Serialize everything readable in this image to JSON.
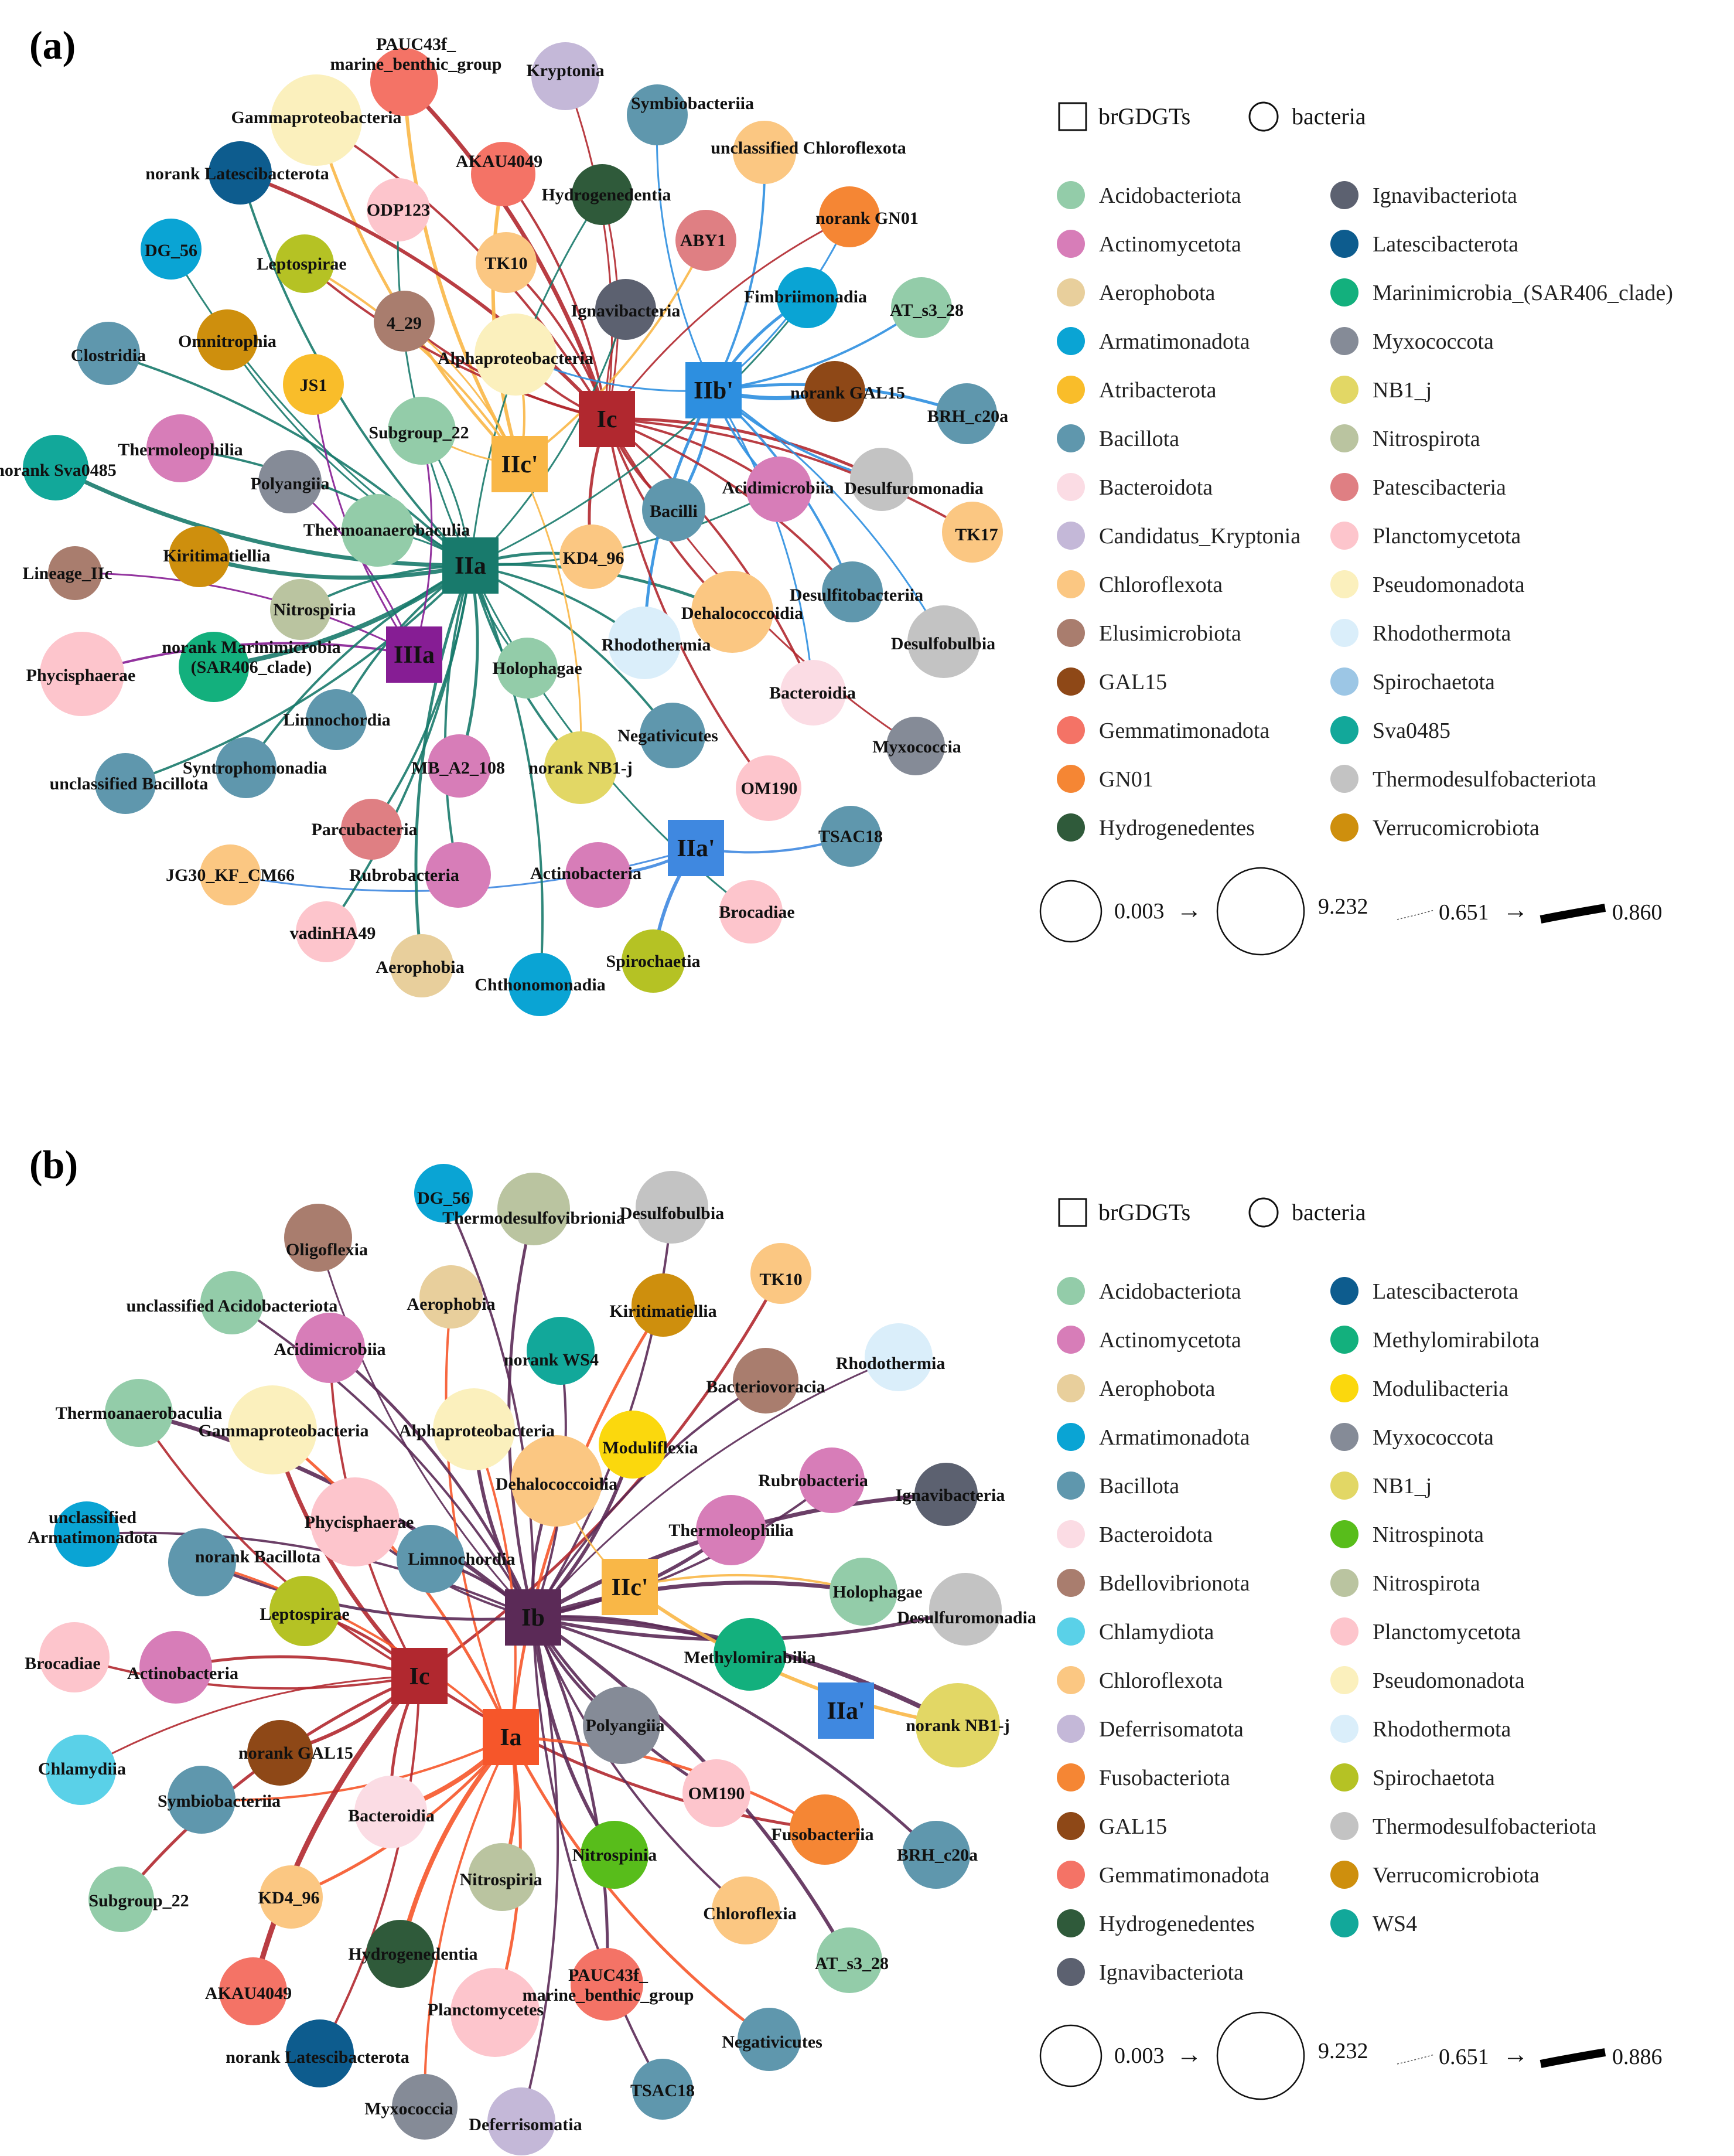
{
  "panels": [
    {
      "tag": "(a)",
      "legend": {
        "shape_square": "brGDGTs",
        "shape_circle": "bacteria",
        "phyla": [
          {
            "name": "Acidobacteriota",
            "color": "#93cca9"
          },
          {
            "name": "Actinomycetota",
            "color": "#d77db8"
          },
          {
            "name": "Aerophobota",
            "color": "#e8cf9c"
          },
          {
            "name": "Armatimonadota",
            "color": "#0aa4d4"
          },
          {
            "name": "Atribacterota",
            "color": "#f9bd2a"
          },
          {
            "name": "Bacillota",
            "color": "#5f97ad"
          },
          {
            "name": "Bacteroidota",
            "color": "#fbdce4"
          },
          {
            "name": "Candidatus_Kryptonia",
            "color": "#c4b8d8"
          },
          {
            "name": "Chloroflexota",
            "color": "#fbc782"
          },
          {
            "name": "Elusimicrobiota",
            "color": "#a97d6e"
          },
          {
            "name": "GAL15",
            "color": "#8e4817"
          },
          {
            "name": "Gemmatimonadota",
            "color": "#f47366"
          },
          {
            "name": "GN01",
            "color": "#f58634"
          },
          {
            "name": "Hydrogenedentes",
            "color": "#2f5a3a"
          },
          {
            "name": "Ignavibacteriota",
            "color": "#5c6170"
          },
          {
            "name": "Latescibacterota",
            "color": "#0d5c8e"
          },
          {
            "name": "Marinimicrobia_(SAR406_clade)",
            "color": "#13b07d"
          },
          {
            "name": "Myxococcota",
            "color": "#858b97"
          },
          {
            "name": "NB1_j",
            "color": "#e2d765"
          },
          {
            "name": "Nitrospirota",
            "color": "#bac4a0"
          },
          {
            "name": "Patescibacteria",
            "color": "#df7f83"
          },
          {
            "name": "Planctomycetota",
            "color": "#fdc5cc"
          },
          {
            "name": "Pseudomonadota",
            "color": "#fbf0bd"
          },
          {
            "name": "Rhodothermota",
            "color": "#daeefa"
          },
          {
            "name": "Spirochaetota",
            "color": "#9cc6e5"
          },
          {
            "name": "Sva0485",
            "color": "#12a89a"
          },
          {
            "name": "Thermodesulfobacteriota",
            "color": "#c3c3c3"
          },
          {
            "name": "Verrucomicrobiota",
            "color": "#ce8f0d"
          }
        ],
        "size_min": "0.003",
        "size_max": "9.232",
        "width_min": "0.651",
        "width_max": "0.860",
        "arrow": "→"
      },
      "hubs": [
        {
          "label": "IIa",
          "color": "#187a6c"
        },
        {
          "label": "Ic",
          "color": "#b1282f"
        },
        {
          "label": "IIb'",
          "color": "#2d8fe0"
        },
        {
          "label": "IIc'",
          "color": "#f9b747"
        },
        {
          "label": "IIIa",
          "color": "#861d94"
        },
        {
          "label": "IIa'",
          "color": "#3f88e0"
        }
      ],
      "nodes": [
        {
          "label": "PAUC43f_\nmarine_benthic_group",
          "color": "#f47366"
        },
        {
          "label": "Kryptonia",
          "color": "#c4b8d8"
        },
        {
          "label": "Gammaproteobacteria",
          "color": "#fbf0bd"
        },
        {
          "label": "Symbiobacteriia",
          "color": "#5f97ad"
        },
        {
          "label": "unclassified Chloroflexota",
          "color": "#fbc782"
        },
        {
          "label": "norank Latescibacterota",
          "color": "#0d5c8e"
        },
        {
          "label": "AKAU4049",
          "color": "#f47366"
        },
        {
          "label": "Hydrogenedentia",
          "color": "#2f5a3a"
        },
        {
          "label": "ODP123",
          "color": "#fdc5cc"
        },
        {
          "label": "norank GN01",
          "color": "#f58634"
        },
        {
          "label": "ABY1",
          "color": "#df7f83"
        },
        {
          "label": "DG_56",
          "color": "#0aa4d4"
        },
        {
          "label": "Leptospirae",
          "color": "#b5c224"
        },
        {
          "label": "TK10",
          "color": "#fbc782"
        },
        {
          "label": "Fimbriimonadia",
          "color": "#0aa4d4"
        },
        {
          "label": "AT_s3_28",
          "color": "#93cca9"
        },
        {
          "label": "Ignavibacteria",
          "color": "#5c6170"
        },
        {
          "label": "4_29",
          "color": "#a97d6e"
        },
        {
          "label": "Omnitrophia",
          "color": "#ce8f0d"
        },
        {
          "label": "Clostridia",
          "color": "#5f97ad"
        },
        {
          "label": "Alphaproteobacteria",
          "color": "#fbf0bd"
        },
        {
          "label": "JS1",
          "color": "#f9bd2a"
        },
        {
          "label": "norank GAL15",
          "color": "#8e4817"
        },
        {
          "label": "BRH_c20a",
          "color": "#5f97ad"
        },
        {
          "label": "Subgroup_22",
          "color": "#93cca9"
        },
        {
          "label": "Thermoleophilia",
          "color": "#d77db8"
        },
        {
          "label": "norank Sva0485",
          "color": "#12a89a"
        },
        {
          "label": "Polyangiia",
          "color": "#858b97"
        },
        {
          "label": "Acidimicrobiia",
          "color": "#d77db8"
        },
        {
          "label": "Desulfuromonadia",
          "color": "#c3c3c3"
        },
        {
          "label": "Bacilli",
          "color": "#5f97ad"
        },
        {
          "label": "TK17",
          "color": "#fbc782"
        },
        {
          "label": "Thermoanaerobaculia",
          "color": "#93cca9"
        },
        {
          "label": "Kiritimatiellia",
          "color": "#ce8f0d"
        },
        {
          "label": "Lineage_IIc",
          "color": "#a97d6e"
        },
        {
          "label": "KD4_96",
          "color": "#fbc782"
        },
        {
          "label": "Desulfitobacteriia",
          "color": "#5f97ad"
        },
        {
          "label": "Nitrospiria",
          "color": "#bac4a0"
        },
        {
          "label": "Dehalococcoidia",
          "color": "#fbc782"
        },
        {
          "label": "Desulfobulbia",
          "color": "#c3c3c3"
        },
        {
          "label": "Rhodothermia",
          "color": "#daeefa"
        },
        {
          "label": "Phycisphaerae",
          "color": "#fdc5cc"
        },
        {
          "label": "norank Marinimicrobia\n(SAR406_clade)",
          "color": "#13b07d"
        },
        {
          "label": "Holophagae",
          "color": "#93cca9"
        },
        {
          "label": "Bacteroidia",
          "color": "#fbdce4"
        },
        {
          "label": "Limnochordia",
          "color": "#5f97ad"
        },
        {
          "label": "Negativicutes",
          "color": "#5f97ad"
        },
        {
          "label": "Myxococcia",
          "color": "#858b97"
        },
        {
          "label": "unclassified Bacillota",
          "color": "#5f97ad"
        },
        {
          "label": "Syntrophomonadia",
          "color": "#5f97ad"
        },
        {
          "label": "MB_A2_108",
          "color": "#d77db8"
        },
        {
          "label": "norank NB1-j",
          "color": "#e2d765"
        },
        {
          "label": "OM190",
          "color": "#fdc5cc"
        },
        {
          "label": "Parcubacteria",
          "color": "#df7f83"
        },
        {
          "label": "TSAC18",
          "color": "#5f97ad"
        },
        {
          "label": "JG30_KF_CM66",
          "color": "#fbc782"
        },
        {
          "label": "Rubrobacteria",
          "color": "#d77db8"
        },
        {
          "label": "Actinobacteria",
          "color": "#d77db8"
        },
        {
          "label": "Brocadiae",
          "color": "#fdc5cc"
        },
        {
          "label": "vadinHA49",
          "color": "#fdc5cc"
        },
        {
          "label": "Aerophobia",
          "color": "#e8cf9c"
        },
        {
          "label": "Chthonomonadia",
          "color": "#0aa4d4"
        },
        {
          "label": "Spirochaetia",
          "color": "#b5c224"
        }
      ]
    },
    {
      "tag": "(b)",
      "legend": {
        "shape_square": "brGDGTs",
        "shape_circle": "bacteria",
        "phyla": [
          {
            "name": "Acidobacteriota",
            "color": "#93cca9"
          },
          {
            "name": "Actinomycetota",
            "color": "#d77db8"
          },
          {
            "name": "Aerophobota",
            "color": "#e8cf9c"
          },
          {
            "name": "Armatimonadota",
            "color": "#0aa4d4"
          },
          {
            "name": "Bacillota",
            "color": "#5f97ad"
          },
          {
            "name": "Bacteroidota",
            "color": "#fbdce4"
          },
          {
            "name": "Bdellovibrionota",
            "color": "#a97d6e"
          },
          {
            "name": "Chlamydiota",
            "color": "#5ad1e8"
          },
          {
            "name": "Chloroflexota",
            "color": "#fbc782"
          },
          {
            "name": "Deferrisomatota",
            "color": "#c4b8d8"
          },
          {
            "name": "Fusobacteriota",
            "color": "#f58634"
          },
          {
            "name": "GAL15",
            "color": "#8e4817"
          },
          {
            "name": "Gemmatimonadota",
            "color": "#f47366"
          },
          {
            "name": "Hydrogenedentes",
            "color": "#2f5a3a"
          },
          {
            "name": "Ignavibacteriota",
            "color": "#5c6170"
          },
          {
            "name": "Latescibacterota",
            "color": "#0d5c8e"
          },
          {
            "name": "Methylomirabilota",
            "color": "#13b07d"
          },
          {
            "name": "Modulibacteria",
            "color": "#fbd80d"
          },
          {
            "name": "Myxococcota",
            "color": "#858b97"
          },
          {
            "name": "NB1_j",
            "color": "#e2d765"
          },
          {
            "name": "Nitrospinota",
            "color": "#58bd1b"
          },
          {
            "name": "Nitrospirota",
            "color": "#bac4a0"
          },
          {
            "name": "Planctomycetota",
            "color": "#fdc5cc"
          },
          {
            "name": "Pseudomonadota",
            "color": "#fbf0bd"
          },
          {
            "name": "Rhodothermota",
            "color": "#daeefa"
          },
          {
            "name": "Spirochaetota",
            "color": "#b5c224"
          },
          {
            "name": "Thermodesulfobacteriota",
            "color": "#c3c3c3"
          },
          {
            "name": "Verrucomicrobiota",
            "color": "#ce8f0d"
          },
          {
            "name": "WS4",
            "color": "#12a89a"
          }
        ],
        "size_min": "0.003",
        "size_max": "9.232",
        "width_min": "0.651",
        "width_max": "0.886",
        "arrow": "→"
      },
      "hubs": [
        {
          "label": "Ib",
          "color": "#5b2a57"
        },
        {
          "label": "Ic",
          "color": "#b1282f"
        },
        {
          "label": "Ia",
          "color": "#f6562a"
        },
        {
          "label": "IIc'",
          "color": "#f9b747"
        },
        {
          "label": "IIa'",
          "color": "#3f88e0"
        }
      ],
      "nodes": [
        {
          "label": "DG_56",
          "color": "#0aa4d4"
        },
        {
          "label": "Thermodesulfovibrionia",
          "color": "#bac4a0"
        },
        {
          "label": "Desulfobulbia",
          "color": "#c3c3c3"
        },
        {
          "label": "Oligoflexia",
          "color": "#a97d6e"
        },
        {
          "label": "TK10",
          "color": "#fbc782"
        },
        {
          "label": "Aerophobia",
          "color": "#e8cf9c"
        },
        {
          "label": "unclassified Acidobacteriota",
          "color": "#93cca9"
        },
        {
          "label": "Kiritimatiellia",
          "color": "#ce8f0d"
        },
        {
          "label": "norank WS4",
          "color": "#12a89a"
        },
        {
          "label": "Rhodothermia",
          "color": "#daeefa"
        },
        {
          "label": "Acidimicrobiia",
          "color": "#d77db8"
        },
        {
          "label": "Bacteriovoracia",
          "color": "#a97d6e"
        },
        {
          "label": "Thermoanaerobaculia",
          "color": "#93cca9"
        },
        {
          "label": "Gammaproteobacteria",
          "color": "#fbf0bd"
        },
        {
          "label": "Alphaproteobacteria",
          "color": "#fbf0bd"
        },
        {
          "label": "Moduliflexia",
          "color": "#fbd80d"
        },
        {
          "label": "Dehalococcoidia",
          "color": "#fbc782"
        },
        {
          "label": "Rubrobacteria",
          "color": "#d77db8"
        },
        {
          "label": "Ignavibacteria",
          "color": "#5c6170"
        },
        {
          "label": "unclassified\nArmatimonadota",
          "color": "#0aa4d4"
        },
        {
          "label": "Phycisphaerae",
          "color": "#fdc5cc"
        },
        {
          "label": "Thermoleophilia",
          "color": "#d77db8"
        },
        {
          "label": "norank Bacillota",
          "color": "#5f97ad"
        },
        {
          "label": "Limnochordia",
          "color": "#5f97ad"
        },
        {
          "label": "Holophagae",
          "color": "#93cca9"
        },
        {
          "label": "Desulfuromonadia",
          "color": "#c3c3c3"
        },
        {
          "label": "Brocadiae",
          "color": "#fdc5cc"
        },
        {
          "label": "Leptospirae",
          "color": "#b5c224"
        },
        {
          "label": "Methylomirabilia",
          "color": "#13b07d"
        },
        {
          "label": "Actinobacteria",
          "color": "#d77db8"
        },
        {
          "label": "norank NB1-j",
          "color": "#e2d765"
        },
        {
          "label": "Polyangiia",
          "color": "#858b97"
        },
        {
          "label": "norank GAL15",
          "color": "#8e4817"
        },
        {
          "label": "Chlamydiia",
          "color": "#5ad1e8"
        },
        {
          "label": "Symbiobacteriia",
          "color": "#5f97ad"
        },
        {
          "label": "OM190",
          "color": "#fdc5cc"
        },
        {
          "label": "Bacteroidia",
          "color": "#fbdce4"
        },
        {
          "label": "Fusobacteriia",
          "color": "#f58634"
        },
        {
          "label": "BRH_c20a",
          "color": "#5f97ad"
        },
        {
          "label": "Nitrospinia",
          "color": "#58bd1b"
        },
        {
          "label": "Nitrospiria",
          "color": "#bac4a0"
        },
        {
          "label": "Subgroup_22",
          "color": "#93cca9"
        },
        {
          "label": "KD4_96",
          "color": "#fbc782"
        },
        {
          "label": "Chloroflexia",
          "color": "#fbc782"
        },
        {
          "label": "AT_s3_28",
          "color": "#93cca9"
        },
        {
          "label": "Hydrogenedentia",
          "color": "#2f5a3a"
        },
        {
          "label": "PAUC43f_\nmarine_benthic_group",
          "color": "#f47366"
        },
        {
          "label": "AKAU4049",
          "color": "#f47366"
        },
        {
          "label": "Planctomycetes",
          "color": "#fdc5cc"
        },
        {
          "label": "Negativicutes",
          "color": "#5f97ad"
        },
        {
          "label": "norank Latescibacterota",
          "color": "#0d5c8e"
        },
        {
          "label": "Myxococcia",
          "color": "#858b97"
        },
        {
          "label": "Deferrisomatia",
          "color": "#c4b8d8"
        },
        {
          "label": "TSAC18",
          "color": "#5f97ad"
        }
      ]
    }
  ]
}
